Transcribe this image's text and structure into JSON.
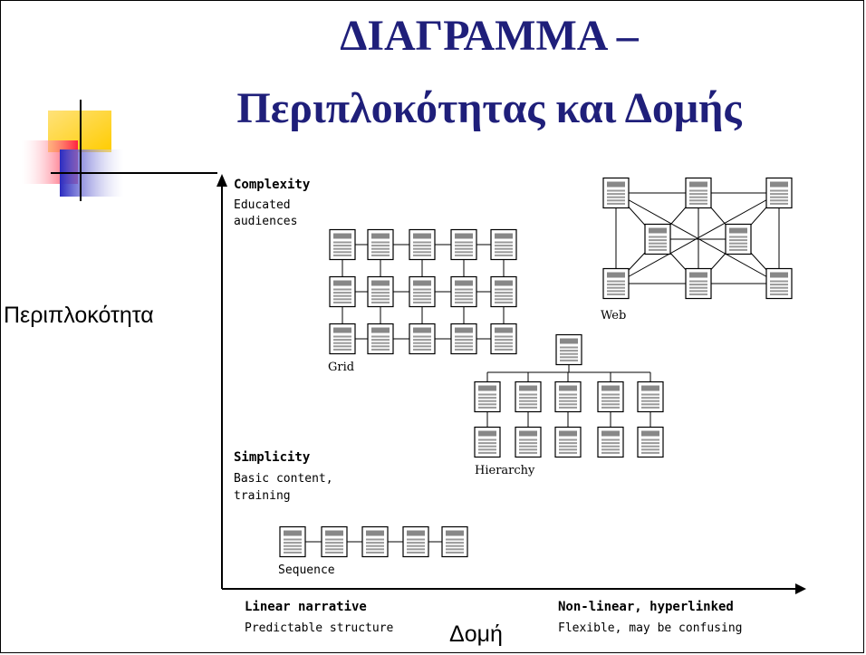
{
  "title_line1": "ΔΙΑΓΡΑΜΜΑ –",
  "title_line2": "Περιπλοκότητας και Δομής",
  "y_axis_label": "Περιπλοκότητα",
  "x_axis_label": "Δομή",
  "top_annotation": {
    "heading": "Complexity",
    "line1": "Educated",
    "line2": "audiences"
  },
  "bottom_annotation": {
    "heading": "Simplicity",
    "line1": "Basic content,",
    "line2": "training"
  },
  "x_left": {
    "heading": "Linear narrative",
    "sub": "Predictable structure"
  },
  "x_right": {
    "heading": "Non-linear, hyperlinked",
    "sub": "Flexible, may be confusing"
  },
  "structures": {
    "sequence": "Sequence",
    "grid": "Grid",
    "hierarchy": "Hierarchy",
    "web": "Web"
  },
  "colors": {
    "title": "#1f1f7a",
    "deco_yellow": "#ffd21f",
    "deco_red": "#ff3b50",
    "deco_blue": "#3a3acc"
  }
}
